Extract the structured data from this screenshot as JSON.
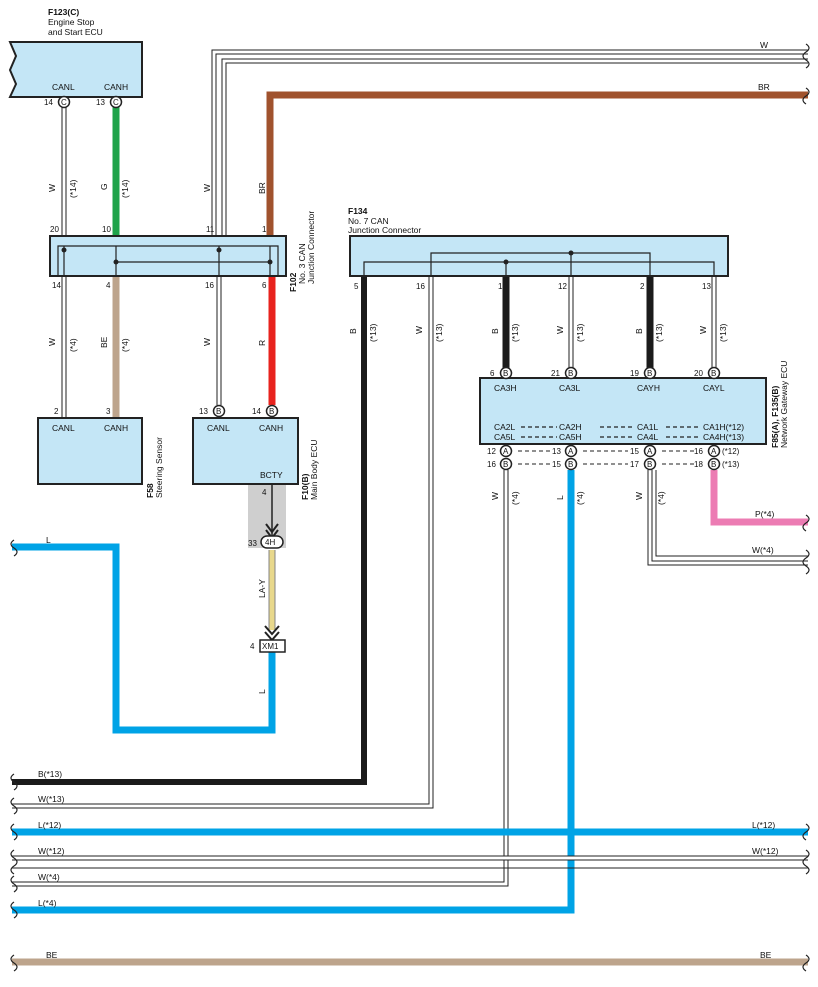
{
  "components": {
    "f123": {
      "code": "F123(C)",
      "name_line1": "Engine Stop",
      "name_line2": "and Start ECU",
      "canl": "CANL",
      "canh": "CANH",
      "pin_canl": "14",
      "pin_canh": "13",
      "conn": "C"
    },
    "f102": {
      "code": "F102",
      "name_line1": "No. 3 CAN",
      "name_line2": "Junction Connector",
      "pins_top": [
        "20",
        "10",
        "11",
        "1"
      ],
      "pins_bottom": [
        "14",
        "4",
        "16",
        "6"
      ]
    },
    "f134": {
      "code": "F134",
      "name_line1": "No. 7 CAN",
      "name_line2": "Junction Connector",
      "pins": [
        "5",
        "16",
        "1",
        "12",
        "2",
        "13"
      ]
    },
    "f58": {
      "code": "F58",
      "name": "Steering Sensor",
      "canl": "CANL",
      "canh": "CANH",
      "pin_canl": "2",
      "pin_canh": "3"
    },
    "f10": {
      "code": "F10(B)",
      "name": "Main Body ECU",
      "canl": "CANL",
      "canh": "CANH",
      "bcty": "BCTY",
      "pin_canl": "13",
      "pin_canh": "14",
      "conn": "B",
      "pin_bcty": "4"
    },
    "f85": {
      "code": "F85(A), F135(B)",
      "name": "Network Gateway ECU",
      "top_labels": [
        "CA3H",
        "CA3L",
        "CAYH",
        "CAYL"
      ],
      "top_pins": [
        "6",
        "21",
        "19",
        "20"
      ],
      "inner_row1": [
        "CA2L",
        "CA2H",
        "CA1L",
        "CA1H(*12)"
      ],
      "inner_row2": [
        "CA5L",
        "CA5H",
        "CA4L",
        "CA4H(*13)"
      ],
      "bottom_row1_pins": [
        "12",
        "13",
        "15",
        "16"
      ],
      "bottom_row2_pins": [
        "16",
        "15",
        "17",
        "18"
      ],
      "note_row1": "(*12)",
      "note_row2": "(*13)"
    },
    "junction_4h": {
      "pin": "33",
      "label": "4H"
    },
    "xm1": {
      "pin": "4",
      "label": "XM1"
    }
  },
  "wires": {
    "f123_canl": {
      "color": "W",
      "note": "(*14)"
    },
    "f123_canh": {
      "color": "G",
      "note": "(*14)"
    },
    "f102_in_w": "W",
    "f102_in_br": "BR",
    "f58_w": {
      "color": "W",
      "note": "(*4)"
    },
    "f58_be": {
      "color": "BE",
      "note": "(*4)"
    },
    "f10_w": "W",
    "f10_r": "R",
    "f134_b": {
      "color": "B",
      "note": "(*13)"
    },
    "f134_w": {
      "color": "W",
      "note": "(*13)"
    },
    "f85_b1": {
      "color": "B",
      "note": "(*13)"
    },
    "f85_w1": {
      "color": "W",
      "note": "(*13)"
    },
    "f85_b2": {
      "color": "B",
      "note": "(*13)"
    },
    "f85_w2": {
      "color": "W",
      "note": "(*13)"
    },
    "gw_w_a": {
      "color": "W",
      "note": "(*4)"
    },
    "gw_l": {
      "color": "L",
      "note": "(*4)"
    },
    "gw_w_b": {
      "color": "W",
      "note": "(*4)"
    },
    "gw_w_c": {
      "note": "(*4)"
    },
    "la_y": "LA-Y",
    "l_xm1": "L"
  },
  "edge_labels": {
    "top_w": "W",
    "top_br": "BR",
    "left_l": "L",
    "p4": "P(*4)",
    "w4_right": "W(*4)",
    "b13": "B(*13)",
    "w13": "W(*13)",
    "l12_left": "L(*12)",
    "l12_right": "L(*12)",
    "w12_left": "W(*12)",
    "w12_right": "W(*12)",
    "w4_left": "W(*4)",
    "l4_left": "L(*4)",
    "be_left": "BE",
    "be_right": "BE"
  }
}
